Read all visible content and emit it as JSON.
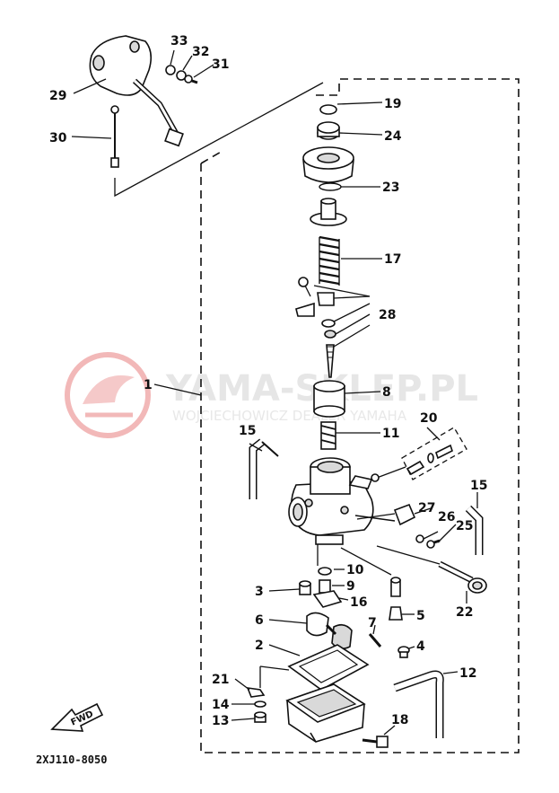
{
  "watermark": {
    "title": "YAMA-SKLEP.PL",
    "subtitle": "WOJCIECHOWICZ DEALER YAMAHA",
    "logo_icon": "yamaha-sklep-logo-icon"
  },
  "diagram_code": "2XJ110-8050",
  "fwd_label": "FWD",
  "callouts": {
    "p1": "1",
    "p2": "2",
    "p3": "3",
    "p4": "4",
    "p5": "5",
    "p6": "6",
    "p7": "7",
    "p8": "8",
    "p9": "9",
    "p10": "10",
    "p11": "11",
    "p12": "12",
    "p13": "13",
    "p14": "14",
    "p15a": "15",
    "p15b": "15",
    "p16": "16",
    "p17": "17",
    "p18": "18",
    "p19": "19",
    "p20": "20",
    "p21": "21",
    "p22": "22",
    "p23": "23",
    "p24": "24",
    "p25": "25",
    "p26": "26",
    "p27": "27",
    "p28": "28",
    "p29": "29",
    "p30": "30",
    "p31": "31",
    "p32": "32",
    "p33": "33"
  },
  "colors": {
    "line": "#111111",
    "watermark_logo": "#f2b8b8",
    "watermark_text": "#e6e6e6"
  }
}
